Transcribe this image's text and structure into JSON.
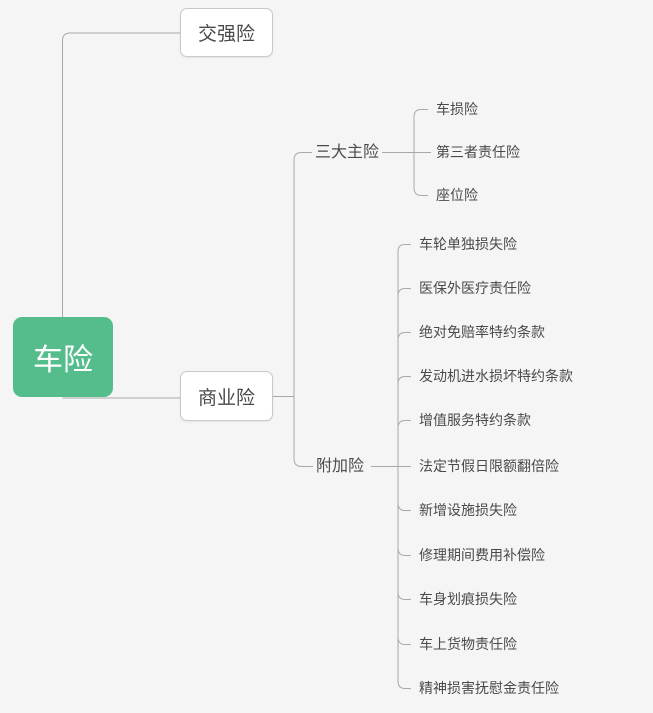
{
  "colors": {
    "background": "#f5f5f5",
    "root_node_fill": "#55bd8c",
    "root_node_text": "#ffffff",
    "connector_line": "#a9a9a9",
    "node_border": "#c9c9c9",
    "node_fill": "#ffffff",
    "node_text": "#4a4a4a"
  },
  "mindmap": {
    "root": {
      "label": "车险"
    },
    "level1": [
      {
        "label": "交强险"
      },
      {
        "label": "商业险",
        "children": [
          {
            "label": "三大主险",
            "children": [
              "车损险",
              "第三者责任险",
              "座位险"
            ]
          },
          {
            "label": "附加险",
            "children": [
              "车轮单独损失险",
              "医保外医疗责任险",
              "绝对免赔率特约条款",
              "发动机进水损坏特约条款",
              "增值服务特约条款",
              "法定节假日限额翻倍险",
              "新增设施损失险",
              "修理期间费用补偿险",
              "车身划痕损失险",
              "车上货物责任险",
              "精神损害抚慰金责任险"
            ]
          }
        ]
      }
    ]
  }
}
